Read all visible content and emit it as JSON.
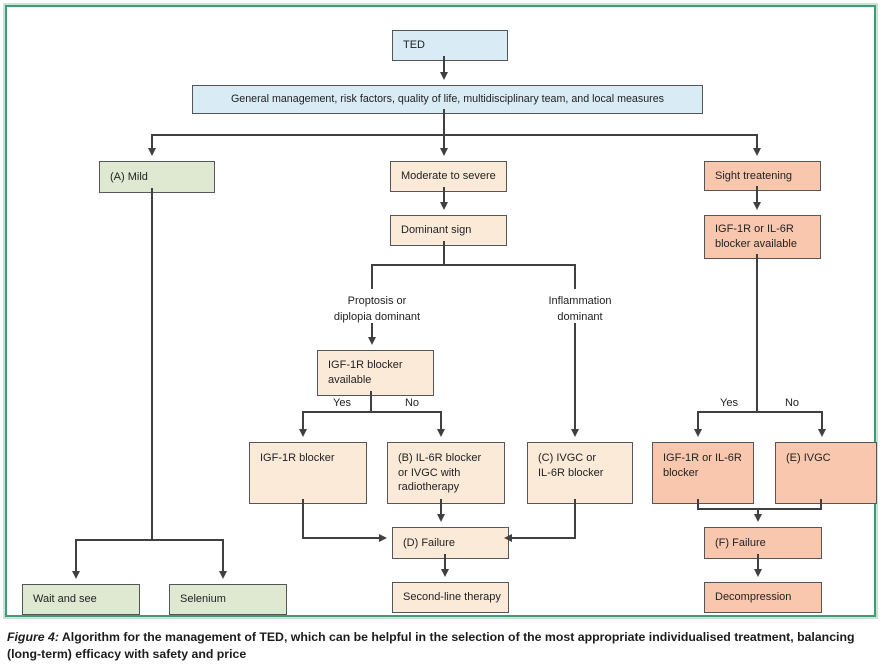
{
  "colors": {
    "blue": "#d9ebf4",
    "green": "#dfe9d2",
    "peach": "#fcead8",
    "salmon": "#f9c7ad",
    "line": "#404042",
    "box_border": "#55565a",
    "panel_border": "#3f9c74",
    "panel_border_light": "#c9e4d5"
  },
  "nodes": {
    "ted": "TED",
    "general": "General management, risk factors, quality of life, multidisciplinary team, and local measures",
    "mild": "(A) Mild",
    "moderate": "Moderate to severe",
    "sight": "Sight treatening",
    "dominant": "Dominant sign",
    "igf_il6_available": "IGF-1R or IL-6R\nblocker available",
    "igf_available": "IGF-1R blocker\navailable",
    "igf_blocker": "IGF-1R blocker",
    "b_il6_blocker": "(B) IL-6R blocker\nor IVGC with\nradiotherapy",
    "c_ivgc": "(C) IVGC or\nIL-6R blocker",
    "igf_il6_blocker": "IGF-1R or IL-6R\nblocker",
    "e_ivgc": "(E) IVGC",
    "d_failure": "(D) Failure",
    "second_line": "Second-line therapy",
    "f_failure": "(F) Failure",
    "decompression": "Decompression",
    "wait_and_see": "Wait and see",
    "selenium": "Selenium"
  },
  "labels": {
    "proptosis": "Proptosis or\ndiplopia dominant",
    "inflammation": "Inflammation\ndominant",
    "yes": "Yes",
    "no": "No"
  },
  "caption": {
    "label": "Figure 4:",
    "text": "Algorithm for the management of TED, which can be helpful in the selection of the most appropriate individualised treatment, balancing (long-term) efficacy with safety and price"
  }
}
